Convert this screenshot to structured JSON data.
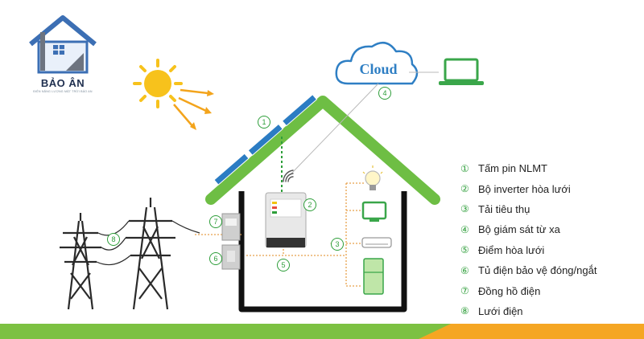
{
  "brand": {
    "name": "BẢO ÂN",
    "tagline": "ĐIỆN NĂNG LƯỢNG MẶT TRỜI BẢO AN"
  },
  "cloud": {
    "label": "Cloud"
  },
  "colors": {
    "house_roof": "#6ebe44",
    "house_wall": "#111111",
    "accent_green": "#2e9e3a",
    "cloud_blue": "#2f7fc4",
    "sun_yellow": "#f7c21c",
    "panel_blue": "#2b7cc3",
    "footer_green": "#7cc142",
    "footer_orange": "#f5a623",
    "dotted_orange": "#e8a04a"
  },
  "markers": {
    "m1": "1",
    "m2": "2",
    "m3": "3",
    "m4": "4",
    "m5": "5",
    "m6": "6",
    "m7": "7",
    "m8": "8"
  },
  "legend": [
    {
      "num": "1",
      "label": "Tấm pin NLMT"
    },
    {
      "num": "2",
      "label": "Bộ inverter hòa lưới"
    },
    {
      "num": "3",
      "label": "Tải tiêu thụ"
    },
    {
      "num": "4",
      "label": "Bộ giám sát từ xa"
    },
    {
      "num": "5",
      "label": "Điểm hòa lưới"
    },
    {
      "num": "6",
      "label": "Tủ điện bảo vệ đóng/ngắt"
    },
    {
      "num": "7",
      "label": "Đồng hồ điện"
    },
    {
      "num": "8",
      "label": "Lưới điện"
    }
  ],
  "icons": [
    "house-logo-icon",
    "sun-icon",
    "solar-panel-icon",
    "cloud-icon",
    "laptop-icon",
    "wifi-icon",
    "inverter-icon",
    "light-bulb-icon",
    "tv-icon",
    "air-conditioner-icon",
    "refrigerator-icon",
    "electric-meter-icon",
    "breaker-box-icon",
    "transmission-tower-icon"
  ]
}
